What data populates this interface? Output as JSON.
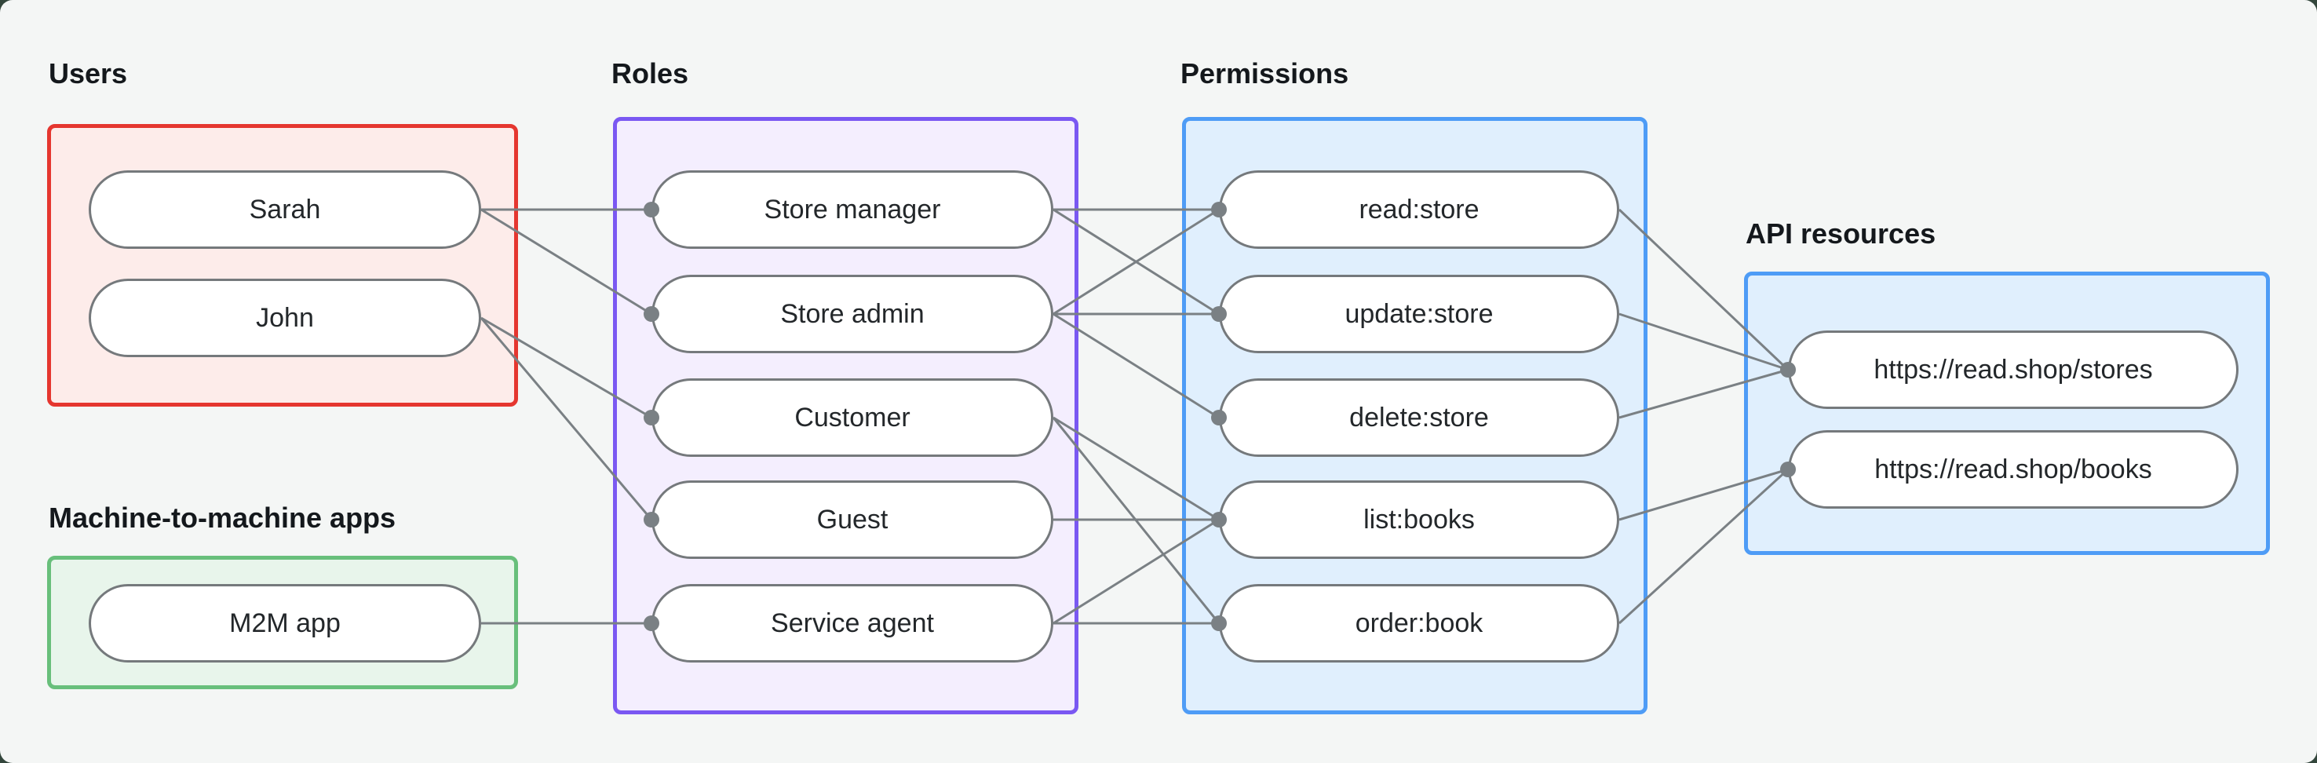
{
  "canvas": {
    "background": "#f4f6f5",
    "outer_background": "#33463c"
  },
  "style": {
    "line_color": "#7a8084",
    "dot_color": "#7a8084",
    "node_border_color": "#75797c",
    "node_fill": "#ffffff",
    "node_text_color": "#23272a",
    "label_color": "#14181c"
  },
  "sections": {
    "users": {
      "label": "Users",
      "border": "#e5362f",
      "fill": "#fdecea"
    },
    "roles": {
      "label": "Roles",
      "border": "#7a58f2",
      "fill": "#f4eefe"
    },
    "permissions": {
      "label": "Permissions",
      "border": "#4e9cf6",
      "fill": "#e0effd"
    },
    "api": {
      "label": "API resources",
      "border": "#4e9cf6",
      "fill": "#e0effd"
    },
    "m2m": {
      "label": "Machine-to-machine apps",
      "border": "#68bf7b",
      "fill": "#e8f5eb"
    }
  },
  "nodes": {
    "sarah": {
      "label": "Sarah"
    },
    "john": {
      "label": "John"
    },
    "m2m_app": {
      "label": "M2M app"
    },
    "store_manager": {
      "label": "Store manager"
    },
    "store_admin": {
      "label": "Store admin"
    },
    "customer": {
      "label": "Customer"
    },
    "guest": {
      "label": "Guest"
    },
    "service_agent": {
      "label": "Service agent"
    },
    "read_store": {
      "label": "read:store"
    },
    "update_store": {
      "label": "update:store"
    },
    "delete_store": {
      "label": "delete:store"
    },
    "list_books": {
      "label": "list:books"
    },
    "order_book": {
      "label": "order:book"
    },
    "api_stores": {
      "label": "https://read.shop/stores"
    },
    "api_books": {
      "label": "https://read.shop/books"
    }
  },
  "edges": [
    [
      "sarah",
      "store_manager"
    ],
    [
      "sarah",
      "store_admin"
    ],
    [
      "john",
      "customer"
    ],
    [
      "john",
      "guest"
    ],
    [
      "m2m_app",
      "service_agent"
    ],
    [
      "store_manager",
      "read_store"
    ],
    [
      "store_manager",
      "update_store"
    ],
    [
      "store_admin",
      "read_store"
    ],
    [
      "store_admin",
      "update_store"
    ],
    [
      "store_admin",
      "delete_store"
    ],
    [
      "customer",
      "list_books"
    ],
    [
      "customer",
      "order_book"
    ],
    [
      "guest",
      "list_books"
    ],
    [
      "service_agent",
      "list_books"
    ],
    [
      "service_agent",
      "order_book"
    ],
    [
      "read_store",
      "api_stores"
    ],
    [
      "update_store",
      "api_stores"
    ],
    [
      "delete_store",
      "api_stores"
    ],
    [
      "list_books",
      "api_books"
    ],
    [
      "order_book",
      "api_books"
    ]
  ]
}
